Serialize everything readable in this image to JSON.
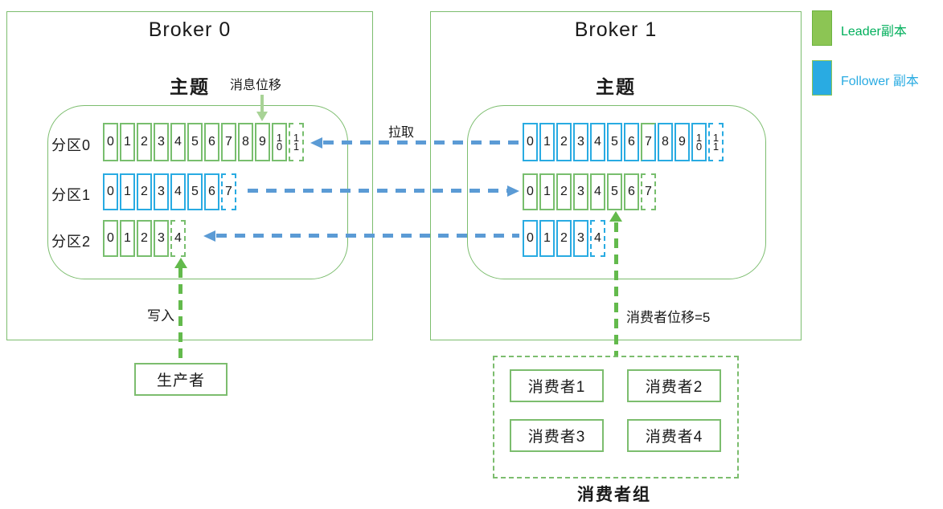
{
  "colors": {
    "text": "#1A1A1A",
    "leader_green": "#78BE6E",
    "follower_blue": "#29ABE2",
    "box_green": "#7CBD6E",
    "arrow_blue": "#5B9BD5",
    "arrow_green": "#63BA4C",
    "arrow_light_green": "#A8D396",
    "legend_green_fill": "#8CC554",
    "legend_green_border": "#6CB33F",
    "legend_green_text": "#00AF5B",
    "legend_blue_fill": "#29ABE2",
    "legend_blue_text": "#29ABE2"
  },
  "brokers": [
    {
      "title": "Broker 0",
      "topic_label": "主题",
      "partitions": [
        {
          "label": "分区0",
          "role": "leader",
          "color": "green",
          "cells": [
            "0",
            "1",
            "2",
            "3",
            "4",
            "5",
            "6",
            "7",
            "8",
            "9",
            "10",
            "11"
          ],
          "dashed_index": 11
        },
        {
          "label": "分区1",
          "role": "follower",
          "color": "blue",
          "cells": [
            "0",
            "1",
            "2",
            "3",
            "4",
            "5",
            "6",
            "7"
          ],
          "dashed_index": 7
        },
        {
          "label": "分区2",
          "role": "leader",
          "color": "green",
          "cells": [
            "0",
            "1",
            "2",
            "3",
            "4"
          ],
          "dashed_index": 4
        }
      ]
    },
    {
      "title": "Broker 1",
      "topic_label": "主题",
      "partitions": [
        {
          "role": "follower",
          "color": "blue",
          "cells": [
            "0",
            "1",
            "2",
            "3",
            "4",
            "5",
            "6",
            "7",
            "8",
            "9",
            "10",
            "11"
          ],
          "dashed_index": 11,
          "accent_index": 7
        },
        {
          "role": "leader",
          "color": "green",
          "cells": [
            "0",
            "1",
            "2",
            "3",
            "4",
            "5",
            "6",
            "7"
          ],
          "dashed_index": 7
        },
        {
          "role": "follower",
          "color": "blue",
          "cells": [
            "0",
            "1",
            "2",
            "3",
            "4"
          ],
          "dashed_index": 4
        }
      ]
    }
  ],
  "annotations": {
    "message_offset_label": "消息位移",
    "pull_label": "拉取",
    "write_label": "写入",
    "consumer_offset_label": "消费者位移=5"
  },
  "producer": {
    "label": "生产者"
  },
  "consumer_group": {
    "label": "消费者组",
    "consumers": [
      "消费者1",
      "消费者2",
      "消费者3",
      "消费者4"
    ]
  },
  "legend": {
    "items": [
      {
        "label": "Leader副本"
      },
      {
        "label": "Follower 副本"
      }
    ]
  }
}
